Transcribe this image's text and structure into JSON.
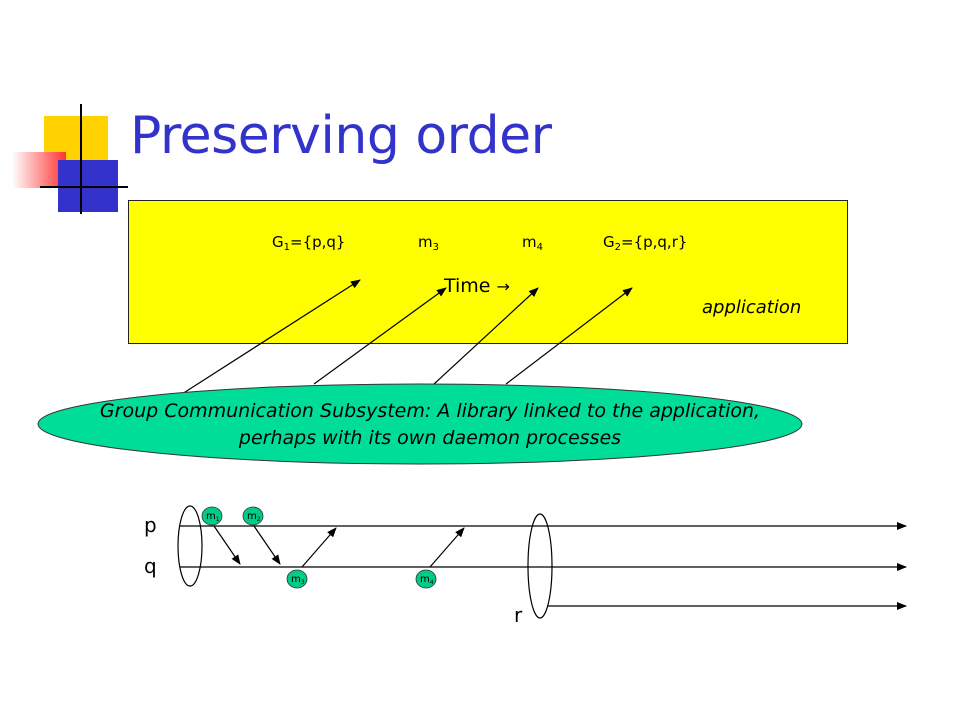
{
  "slide": {
    "title": "Preserving order"
  },
  "application_box": {
    "events": [
      {
        "base": "G",
        "sub": "1",
        "rest": "={p,q}"
      },
      {
        "base": "m",
        "sub": "3",
        "rest": ""
      },
      {
        "base": "m",
        "sub": "4",
        "rest": ""
      },
      {
        "base": "G",
        "sub": "2",
        "rest": "={p,q,r}"
      }
    ],
    "time_label": "Time",
    "time_arrow": "→",
    "label": "application"
  },
  "gcs": {
    "text": "Group Communication Subsystem: A library linked to the application, perhaps with its own daemon processes"
  },
  "processes": {
    "p": "p",
    "q": "q",
    "r": "r"
  },
  "messages": [
    {
      "base": "m",
      "sub": "1"
    },
    {
      "base": "m",
      "sub": "2"
    },
    {
      "base": "m",
      "sub": "3"
    },
    {
      "base": "m",
      "sub": "4"
    }
  ],
  "colors": {
    "title": "#3333cc",
    "app_box": "#ffff00",
    "gcs_ellipse": "#00dd99",
    "message_bubble": "#00cc88"
  }
}
